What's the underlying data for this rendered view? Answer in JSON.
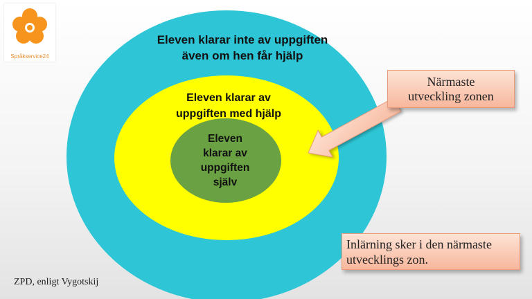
{
  "logo": {
    "name": "Språkservice24",
    "icon": "flower-icon",
    "color": "#f7941d"
  },
  "rings": {
    "outer": {
      "lines": [
        "Eleven klarar inte av uppgiften",
        "även om hen får hjälp"
      ],
      "color": "#2ec6d6"
    },
    "middle": {
      "lines": [
        "Eleven klarar av",
        "uppgiften med hjälp"
      ],
      "color": "#ffff00"
    },
    "inner": {
      "lines": [
        "Eleven",
        "klarar av",
        "uppgiften",
        "själv"
      ],
      "color": "#6aa143"
    }
  },
  "callouts": {
    "zone": {
      "lines": [
        "Närmaste",
        "utveckling zonen"
      ]
    },
    "learning": {
      "lines": [
        "Inlärning sker i den närmaste",
        "utvecklings zon."
      ]
    }
  },
  "footer": "ZPD, enligt Vygotskij"
}
